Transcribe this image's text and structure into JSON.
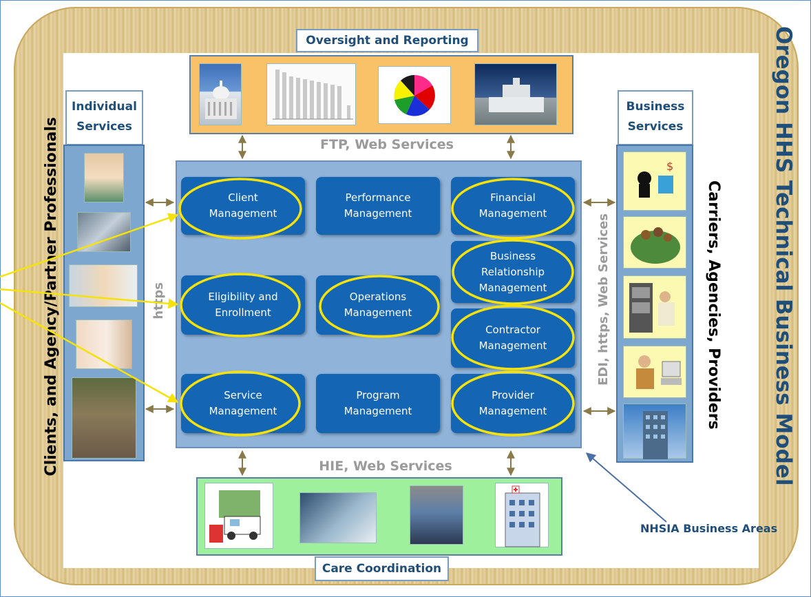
{
  "title": "Oregon HHS Technical Business Model",
  "left_side_label": "Clients, and Agency/Partner Professionals",
  "right_side_label": "Carriers, Agencies, Providers",
  "tabs": {
    "top": "Oversight and Reporting",
    "bottom": "Care Coordination",
    "left_line1": "Individual",
    "left_line2": "Services",
    "right_line1": "Business",
    "right_line2": "Services"
  },
  "connector_labels": {
    "top": "FTP, Web Services",
    "bottom": "HIE, Web Services",
    "left": "https",
    "right": "EDI, https, Web Services"
  },
  "callout": "NHSIA Business Areas",
  "business_areas": {
    "client": {
      "line1": "Client",
      "line2": "Management"
    },
    "performance": {
      "line1": "Performance",
      "line2": "Management"
    },
    "financial": {
      "line1": "Financial",
      "line2": "Management"
    },
    "business_relationship": {
      "line1": "Business",
      "line2": "Relationship",
      "line3": "Management"
    },
    "eligibility": {
      "line1": "Eligibility and",
      "line2": "Enrollment"
    },
    "operations": {
      "line1": "Operations",
      "line2": "Management"
    },
    "contractor": {
      "line1": "Contractor",
      "line2": "Management"
    },
    "service": {
      "line1": "Service",
      "line2": "Management"
    },
    "program": {
      "line1": "Program",
      "line2": "Management"
    },
    "provider": {
      "line1": "Provider",
      "line2": "Management"
    }
  },
  "colors": {
    "accent_blue": "#1565b5",
    "highlight_yellow": "#f5e20a",
    "title_blue": "#1f4e79",
    "oversight_orange": "#f9c168",
    "care_green": "#9ff09c"
  }
}
